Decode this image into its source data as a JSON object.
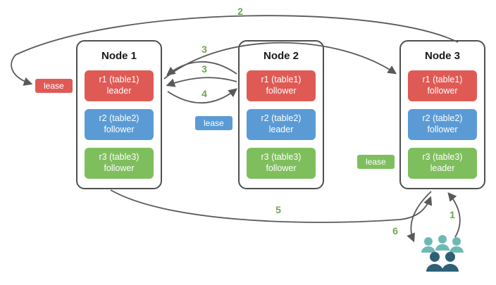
{
  "palette": {
    "red": "#e05a55",
    "blue": "#5b9bd5",
    "green": "#7fbe5d",
    "step_green": "#6aa84f",
    "arrow_gray": "#595959",
    "node_border": "#4f4f4f",
    "people_light": "#6fb9b4",
    "people_dark": "#2e5f77"
  },
  "nodes": [
    {
      "title": "Node 1",
      "replicas": [
        {
          "line1": "r1 (table1)",
          "line2": "leader",
          "color": "#e05a55"
        },
        {
          "line1": "r2 (table2)",
          "line2": "follower",
          "color": "#5b9bd5"
        },
        {
          "line1": "r3 (table3)",
          "line2": "follower",
          "color": "#7fbe5d"
        }
      ]
    },
    {
      "title": "Node 2",
      "replicas": [
        {
          "line1": "r1 (table1)",
          "line2": "follower",
          "color": "#e05a55"
        },
        {
          "line1": "r2 (table2)",
          "line2": "leader",
          "color": "#5b9bd5"
        },
        {
          "line1": "r3 (table3)",
          "line2": "follower",
          "color": "#7fbe5d"
        }
      ]
    },
    {
      "title": "Node 3",
      "replicas": [
        {
          "line1": "r1 (table1)",
          "line2": "follower",
          "color": "#e05a55"
        },
        {
          "line1": "r2 (table2)",
          "line2": "follower",
          "color": "#5b9bd5"
        },
        {
          "line1": "r3 (table3)",
          "line2": "leader",
          "color": "#7fbe5d"
        }
      ]
    }
  ],
  "leases": [
    {
      "label": "lease",
      "color": "#e05a55"
    },
    {
      "label": "lease",
      "color": "#5b9bd5"
    },
    {
      "label": "lease",
      "color": "#7fbe5d"
    }
  ],
  "steps": {
    "step1": "1",
    "step2": "2",
    "step3a": "3",
    "step3b": "3",
    "step4": "4",
    "step5": "5",
    "step6": "6"
  },
  "icons": {
    "users_group": "users-group-icon"
  }
}
